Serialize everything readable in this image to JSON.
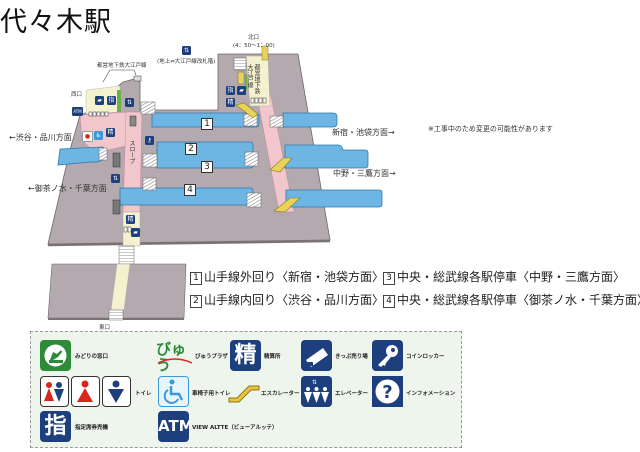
{
  "title": "代々木駅",
  "map": {
    "north_exit": "北口",
    "north_hours": "(4：50～1：00)",
    "oedo_line_label": "都営地下鉄大江戸線",
    "oedo_transfer_note": "(地上⇔大江戸線改札階)",
    "oedo_vertical_1": "都営地下鉄",
    "oedo_vertical_2": "大江戸線",
    "west_exit": "西口",
    "east_exit": "東口",
    "slope": "スロープ",
    "directions": {
      "shibuya": "←渋谷・品川方面",
      "ochanomizu": "←御茶ノ水・千葉方面",
      "shinjuku": "新宿・池袋方面→",
      "nakano": "中野・三鷹方面→"
    },
    "tracks": [
      "1",
      "2",
      "3",
      "4"
    ],
    "notice": "※工事中のため変更の可能性があります",
    "icons": {
      "atm": "ATM",
      "seisan": "精",
      "shitei": "指"
    }
  },
  "lines": [
    {
      "num": "1",
      "text": "山手線外回り〈新宿・池袋方面〉"
    },
    {
      "num": "2",
      "text": "山手線内回り〈渋谷・品川方面〉"
    },
    {
      "num": "3",
      "text": "中央・総武線各駅停車〈中野・三鷹方面〉"
    },
    {
      "num": "4",
      "text": "中央・総武線各駅停車〈御茶ノ水・千葉方面〉"
    }
  ],
  "legend": {
    "midori": "みどりの窓口",
    "view_logo": "びゅう",
    "view_plaza": "びゅうプラザ",
    "seisan_glyph": "精",
    "seisan": "精算所",
    "ticket": "きっぷ売り場",
    "locker": "コインロッカー",
    "toilet": "トイレ",
    "wheelchair_toilet": "車椅子用トイレ",
    "escalator": "エスカレーター",
    "elevator": "エレベーター",
    "info": "インフォメーション",
    "shitei_glyph": "指",
    "shitei": "指定席券売機",
    "atm_glyph": "ATM",
    "atm": "VIEW ALTTE（ビューアルッテ）"
  },
  "colors": {
    "platform": "#6db6e3",
    "floor": "#b3a9ae",
    "concourse": "#f2c7cb",
    "exit_area": "#f4f1cf",
    "icon_navy": "#1e3f7d",
    "midori_green": "#2e8b3a",
    "toilet_red": "#d9261c"
  }
}
